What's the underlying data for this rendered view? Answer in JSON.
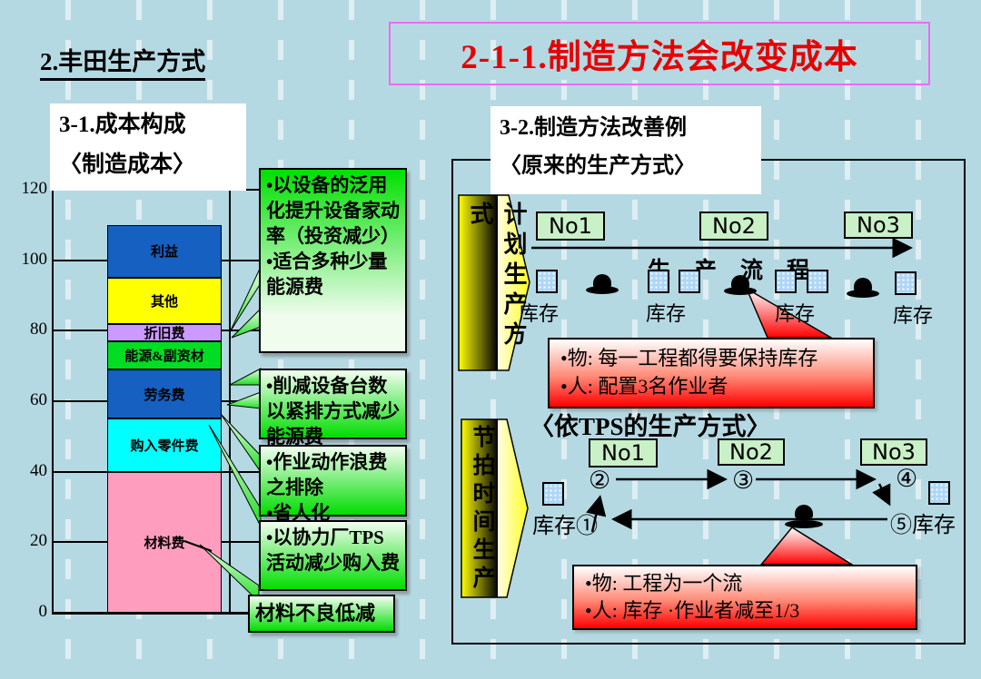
{
  "page": {
    "section_title": "2.丰田生产方式",
    "main_title": "2-1-1.制造方法会改变成本"
  },
  "colors": {
    "background": "#b5d9e3",
    "title_red": "#e60000",
    "title_border_magenta": "#f06af0",
    "callout_green": "#00dd00",
    "callout_red": "#ff0000",
    "station_green": "#c9f0c6",
    "banner_yellow": "#ffff00"
  },
  "cost_panel": {
    "heading1": "3-1.成本构成",
    "heading2": "〈制造成本〉",
    "callouts": [
      {
        "lines": [
          "•以设备的泛用化提升设备家动率（投资减少）",
          "•适合多种少量能源费"
        ]
      },
      {
        "lines": [
          "•削减设备台数以紧排方式减少能源费"
        ]
      },
      {
        "lines": [
          "•作业动作浪费之排除",
          "•省人化"
        ]
      },
      {
        "lines": [
          "•以协力厂TPS活动减少购入费"
        ]
      },
      {
        "lines": [
          "材料不良低减"
        ]
      }
    ]
  },
  "chart_data": {
    "type": "bar",
    "title": "制造成本构成 (stacked cost bar)",
    "xlabel": "",
    "ylabel": "",
    "ylim": [
      0,
      120
    ],
    "yticks": [
      0,
      20,
      40,
      60,
      80,
      100,
      120
    ],
    "grid": true,
    "stack": [
      {
        "label": "材料费",
        "from": 0,
        "to": 40,
        "color": "#ff9dbe"
      },
      {
        "label": "购入零件费",
        "from": 40,
        "to": 55,
        "color": "#00ffff"
      },
      {
        "label": "劳务费",
        "from": 55,
        "to": 69,
        "color": "#1560c0"
      },
      {
        "label": "能源&副资材",
        "from": 69,
        "to": 77,
        "color": "#00dd22"
      },
      {
        "label": "折旧费",
        "from": 77,
        "to": 82,
        "color": "#cc99ff"
      },
      {
        "label": "其他",
        "from": 82,
        "to": 95,
        "color": "#ffff00"
      },
      {
        "label": "利益",
        "from": 95,
        "to": 110,
        "color": "#1560c0"
      }
    ]
  },
  "improve_panel": {
    "heading1": "3-2.制造方法改善例",
    "heading2": "〈原来的生产方式〉",
    "original": {
      "banner": "计划生产方式",
      "stations": [
        "No1",
        "No2",
        "No3"
      ],
      "flow_label": "生产流程",
      "inventory_labels": [
        "库存",
        "库存",
        "库存",
        "库存"
      ],
      "callout": [
        "•物: 每一工程都得要保持库存",
        "•人: 配置3名作业者"
      ]
    },
    "tps": {
      "heading": "〈依TPS的生产方式〉",
      "banner": "节拍时间生产",
      "stations": [
        "No1",
        "No2",
        "No3"
      ],
      "num2": "②",
      "num3": "③",
      "num4": "④",
      "left_label": "库存①",
      "right_label": "⑤库存",
      "callout": [
        "•物: 工程为一个流",
        "•人: 库存 ·作业者减至1/3"
      ]
    }
  }
}
